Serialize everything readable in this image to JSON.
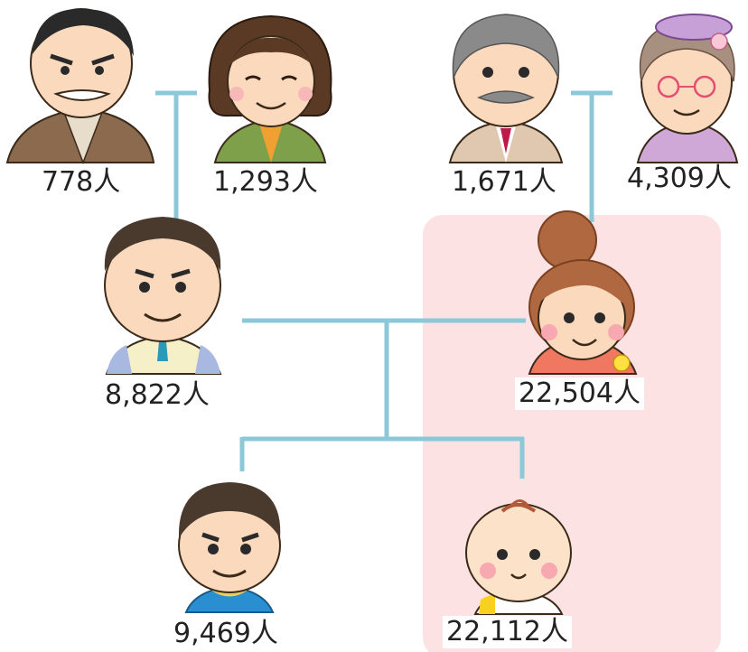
{
  "colors": {
    "line": "#8cc8d8",
    "highlight": "#fde2e4",
    "skin": "#fbd9bc",
    "outline": "#3a2a1a"
  },
  "people": {
    "paternal_grandfather": {
      "count": "778人",
      "icon": "grandfather-stern-icon"
    },
    "paternal_grandmother": {
      "count": "1,293人",
      "icon": "grandmother-icon"
    },
    "maternal_grandfather": {
      "count": "1,671人",
      "icon": "grandfather-mustache-icon"
    },
    "maternal_grandmother": {
      "count": "4,309人",
      "icon": "grandmother-glasses-icon"
    },
    "father": {
      "count": "8,822人",
      "icon": "father-icon"
    },
    "mother": {
      "count": "22,504人",
      "icon": "mother-icon"
    },
    "son": {
      "count": "9,469人",
      "icon": "son-icon"
    },
    "baby": {
      "count": "22,112人",
      "icon": "baby-icon"
    }
  }
}
